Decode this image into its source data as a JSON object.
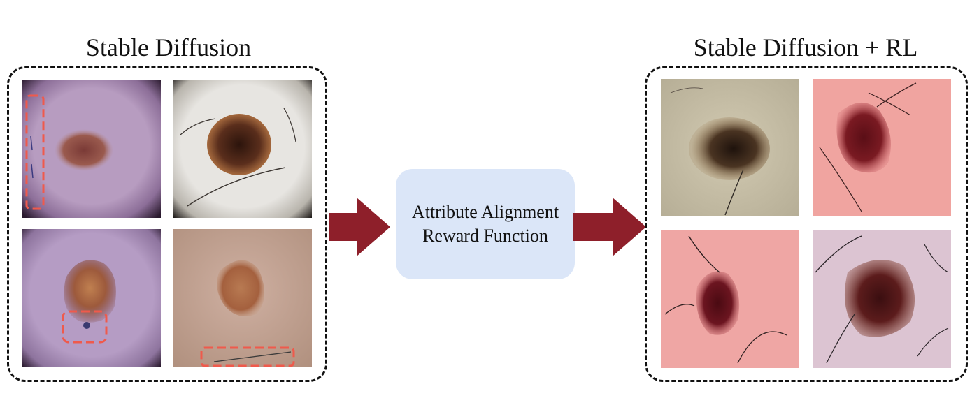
{
  "left_group": {
    "title": "Stable Diffusion",
    "images": [
      {
        "name": "lesion-image-left-1",
        "skin": "#b79cc0",
        "lesion": "#8e4a3e",
        "vignette": true,
        "artifact": "ruler-marks"
      },
      {
        "name": "lesion-image-left-2",
        "skin": "#e7e5e1",
        "lesion": "#5a2e1c",
        "vignette": true,
        "artifact": "hair"
      },
      {
        "name": "lesion-image-left-3",
        "skin": "#b59cc4",
        "lesion": "#9d5a3c",
        "vignette": true,
        "artifact": "ink-mark"
      },
      {
        "name": "lesion-image-left-4",
        "skin": "#c4a496",
        "lesion": "#a4603e",
        "vignette": false,
        "artifact": "pen-line"
      }
    ]
  },
  "center": {
    "line1": "Attribute Alignment",
    "line2": "Reward Function",
    "box_color": "#dbe6f8",
    "arrow_color": "#8e1f2a"
  },
  "right_group": {
    "title": "Stable Diffusion + RL",
    "images": [
      {
        "name": "lesion-image-right-1",
        "skin": "#c9c0a8",
        "lesion": "#4a3422",
        "artifact": "hair"
      },
      {
        "name": "lesion-image-right-2",
        "skin": "#f0a4a0",
        "lesion": "#7a1a22",
        "artifact": "hair"
      },
      {
        "name": "lesion-image-right-3",
        "skin": "#efa6a4",
        "lesion": "#6c1520",
        "artifact": "hair"
      },
      {
        "name": "lesion-image-right-4",
        "skin": "#dcc4d2",
        "lesion": "#5c1c1c",
        "artifact": "hair"
      }
    ]
  },
  "annotation_color": "#ef5a4c"
}
